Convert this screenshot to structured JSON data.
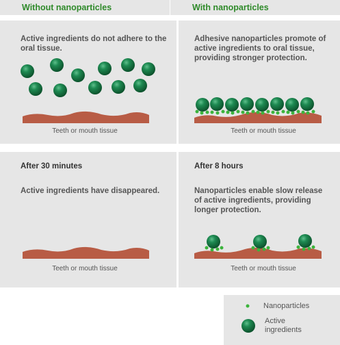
{
  "headers": {
    "left": "Without nanoparticles",
    "right": "With nanoparticles"
  },
  "panels": {
    "top_left": {
      "text": "Active ingredients do not adhere to the oral tissue.",
      "tissue_label": "Teeth or mouth tissue"
    },
    "top_right": {
      "text": "Adhesive nanoparticles promote of active ingredients to oral tissue, providing stronger protection.",
      "tissue_label": "Teeth or mouth tissue"
    },
    "bottom_left": {
      "title": "After 30 minutes",
      "text": "Active ingredients have disappeared.",
      "tissue_label": "Teeth or mouth tissue"
    },
    "bottom_right": {
      "title": "After 8 hours",
      "text": "Nanoparticles enable slow release of active ingredients, providing longer protection.",
      "tissue_label": "Teeth or mouth tissue"
    }
  },
  "legend": {
    "nanoparticles": "Nanoparticles",
    "active_ingredients": "Active ingredients"
  },
  "colors": {
    "header_text": "#2f8a2a",
    "panel_bg": "#e6e6e6",
    "tissue": "#b85c45",
    "ingredient": "#1e7a4a",
    "nanoparticle": "#3cb43c"
  }
}
